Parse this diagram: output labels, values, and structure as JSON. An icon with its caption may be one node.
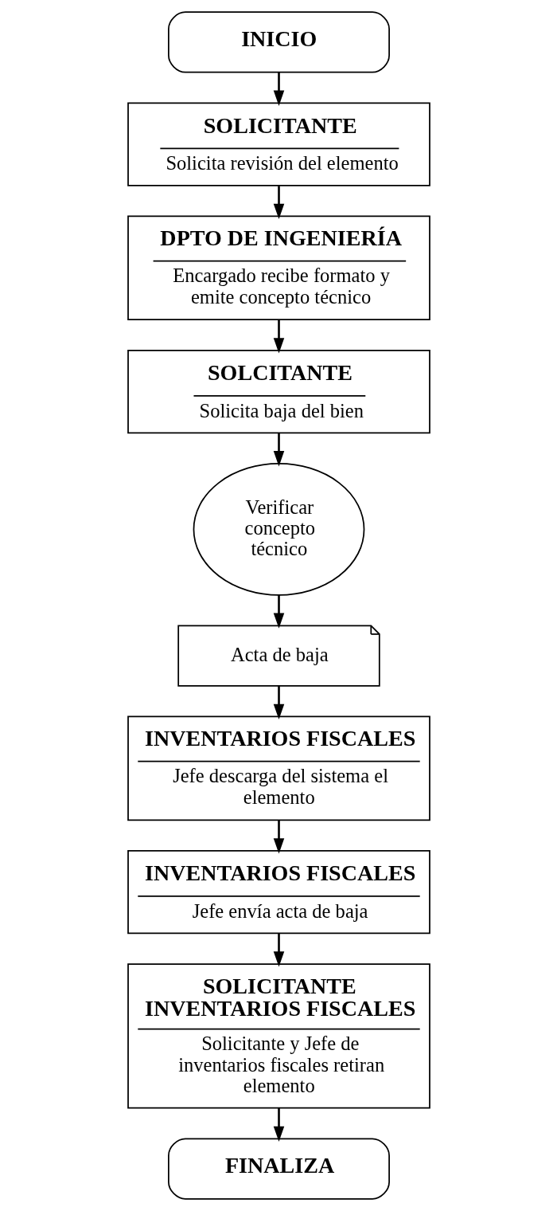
{
  "diagram": {
    "nodes": [
      {
        "text": [
          "INICIO"
        ]
      },
      {
        "text": [
          "SOLICITANTE",
          "Solicita revisión del elemento"
        ]
      },
      {
        "text": [
          "DPTO DE INGENIERÍA",
          "Encargado recibe formato y emite concepto técnico"
        ]
      },
      {
        "text": [
          "SOLCITANTE",
          "Solicita baja del bien"
        ]
      },
      {
        "text": [
          "Verificar concepto técnico"
        ]
      },
      {
        "text": [
          "Acta de baja"
        ]
      },
      {
        "text": [
          "INVENTARIOS FISCALES",
          "Jefe descarga del sistema el elemento"
        ]
      },
      {
        "text": [
          "INVENTARIOS FISCALES",
          "Jefe envía acta de baja"
        ]
      },
      {
        "text": [
          "SOLICITANTE INVENTARIOS FISCALES",
          "Solicitante y Jefe de inventarios fiscales retiran elemento"
        ]
      },
      {
        "text": [
          "FINALIZA"
        ]
      }
    ],
    "edges": [
      {
        "from": 0,
        "to": 1,
        "arrow": "to"
      },
      {
        "from": 1,
        "to": 2,
        "arrow": "to"
      },
      {
        "from": 2,
        "to": 3,
        "arrow": "to"
      },
      {
        "from": 3,
        "to": 4,
        "arrow": "to"
      },
      {
        "from": 4,
        "to": 5,
        "arrow": "to"
      },
      {
        "from": 5,
        "to": 6,
        "arrow": "to"
      },
      {
        "from": 6,
        "to": 7,
        "arrow": "to"
      },
      {
        "from": 7,
        "to": 8,
        "arrow": "to"
      },
      {
        "from": 8,
        "to": 9,
        "arrow": "to"
      }
    ]
  }
}
